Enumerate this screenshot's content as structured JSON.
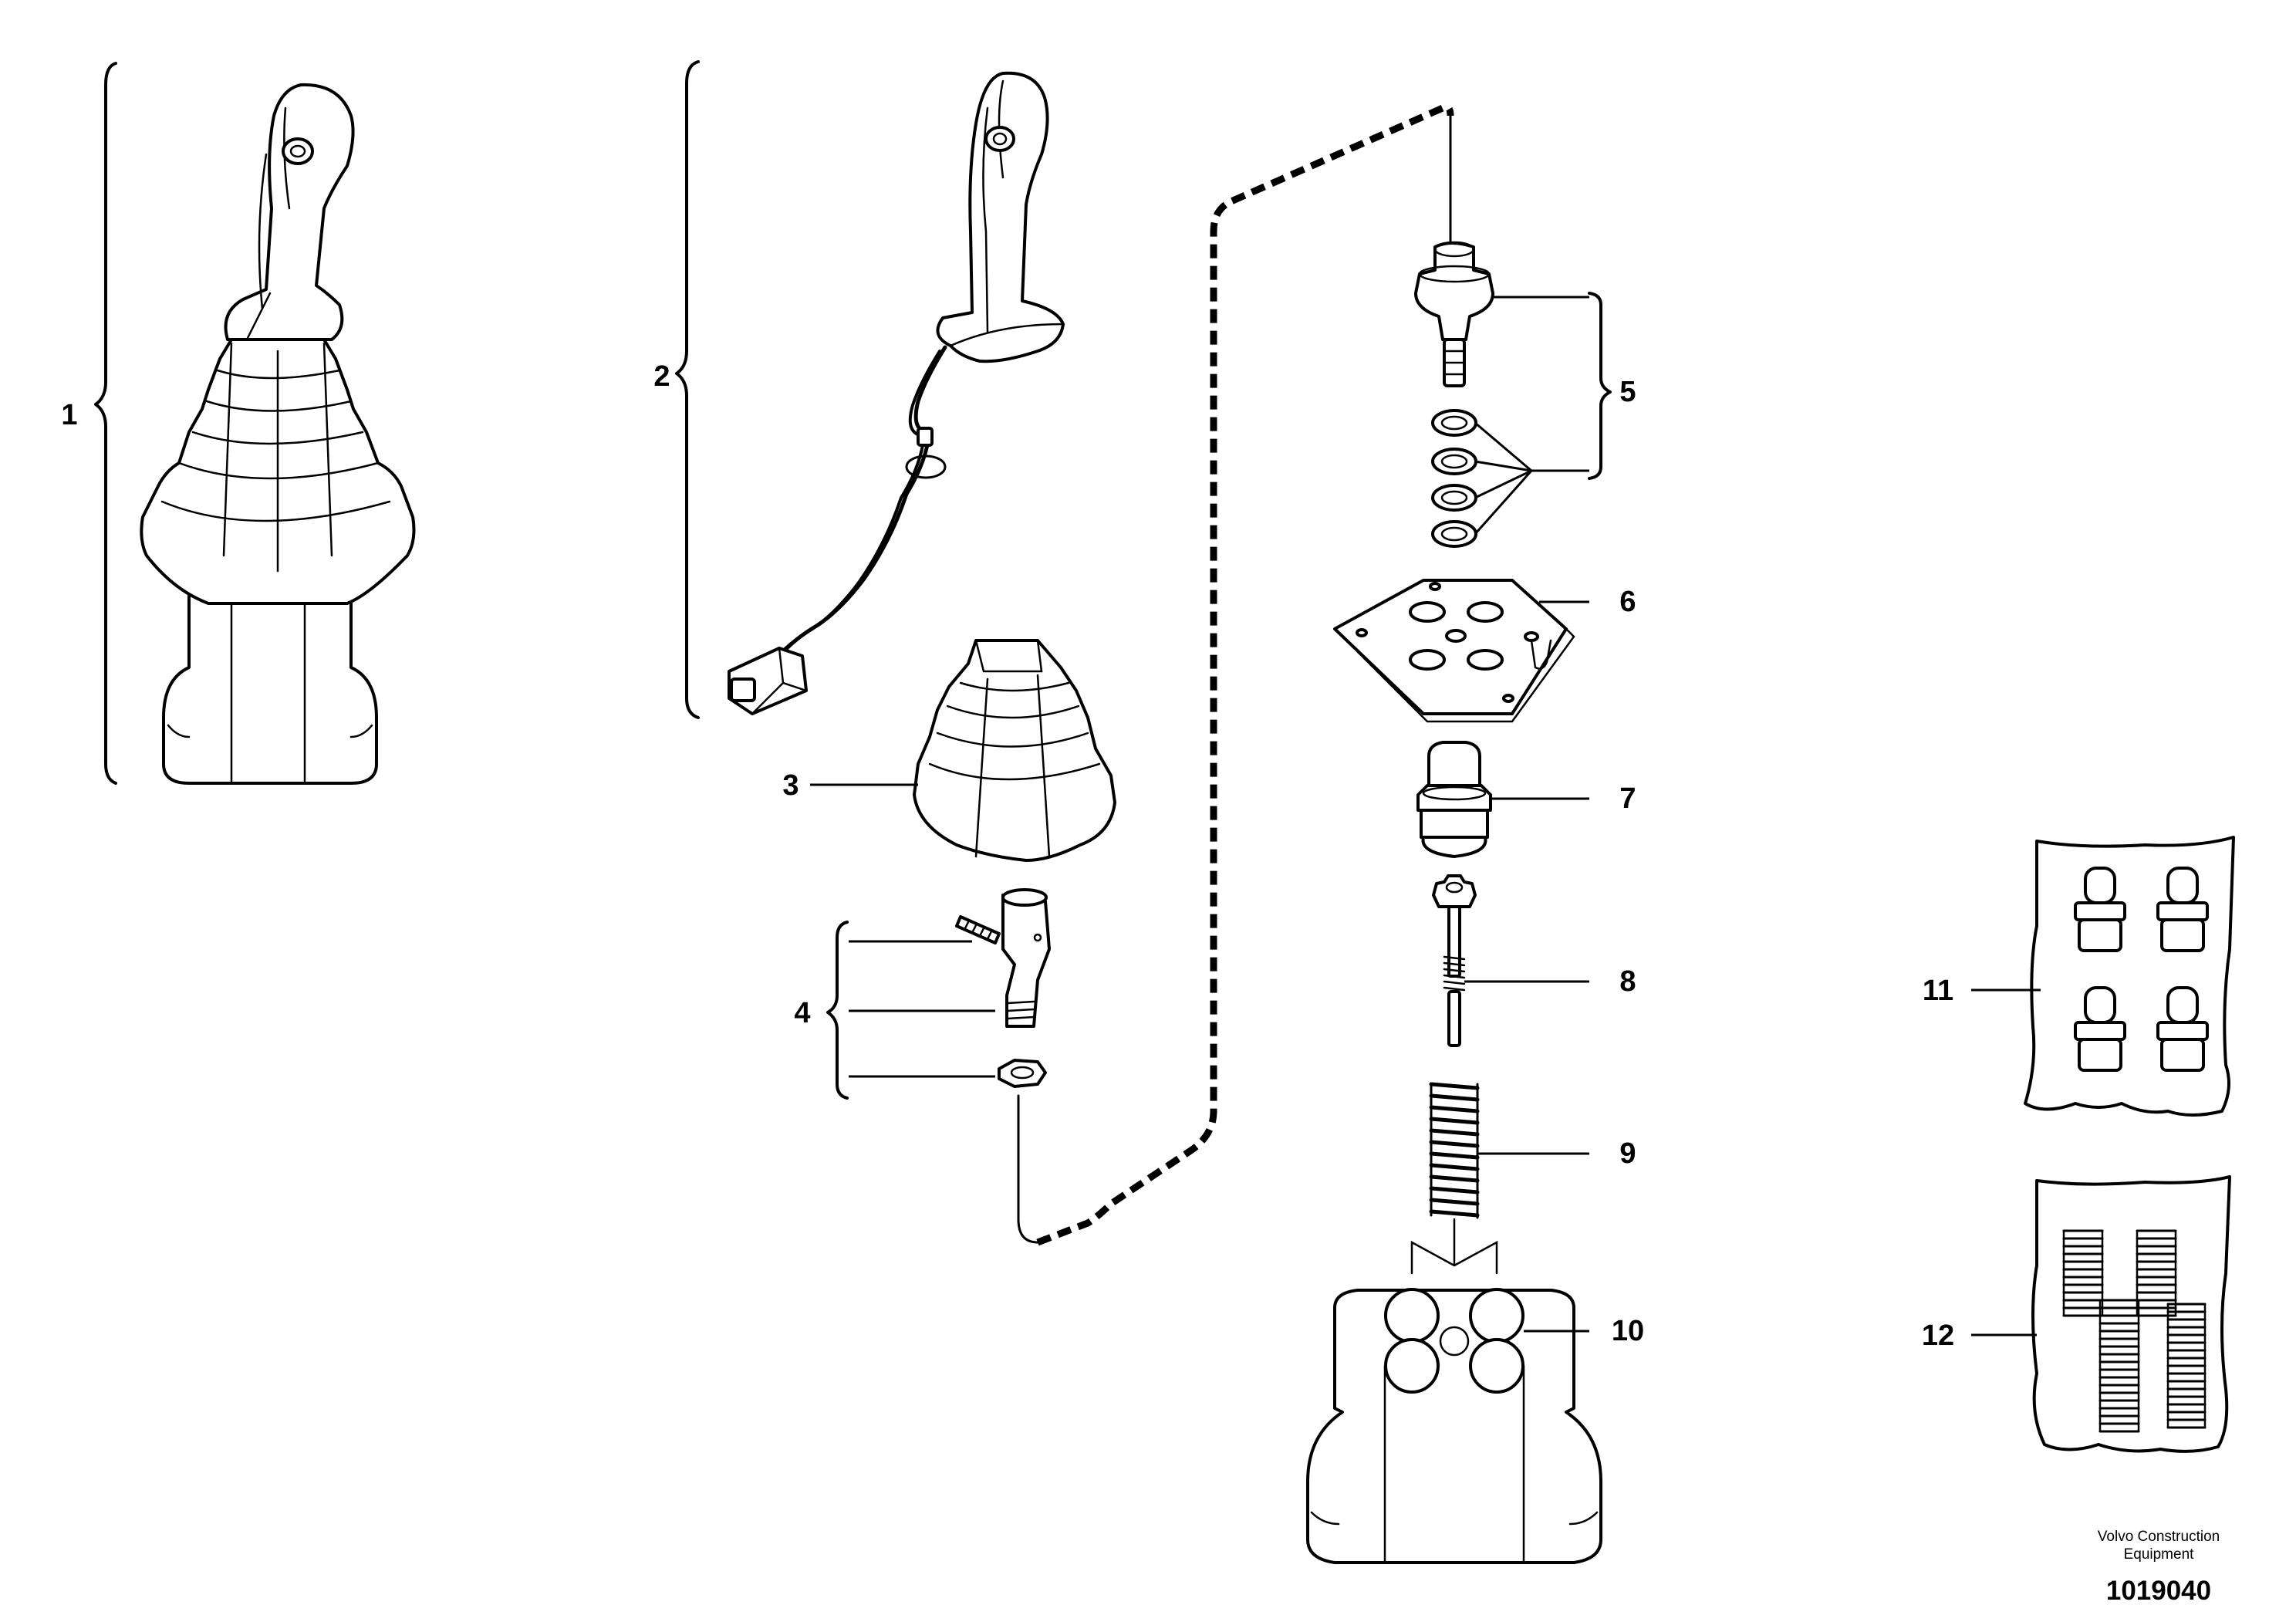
{
  "callouts": {
    "c1": "1",
    "c2": "2",
    "c3": "3",
    "c4": "4",
    "c5": "5",
    "c6": "6",
    "c7": "7",
    "c8": "8",
    "c9": "9",
    "c10": "10",
    "c11": "11",
    "c12": "12"
  },
  "credit": {
    "line1": "Volvo Construction",
    "line2": "Equipment"
  },
  "document_number": "1019040"
}
